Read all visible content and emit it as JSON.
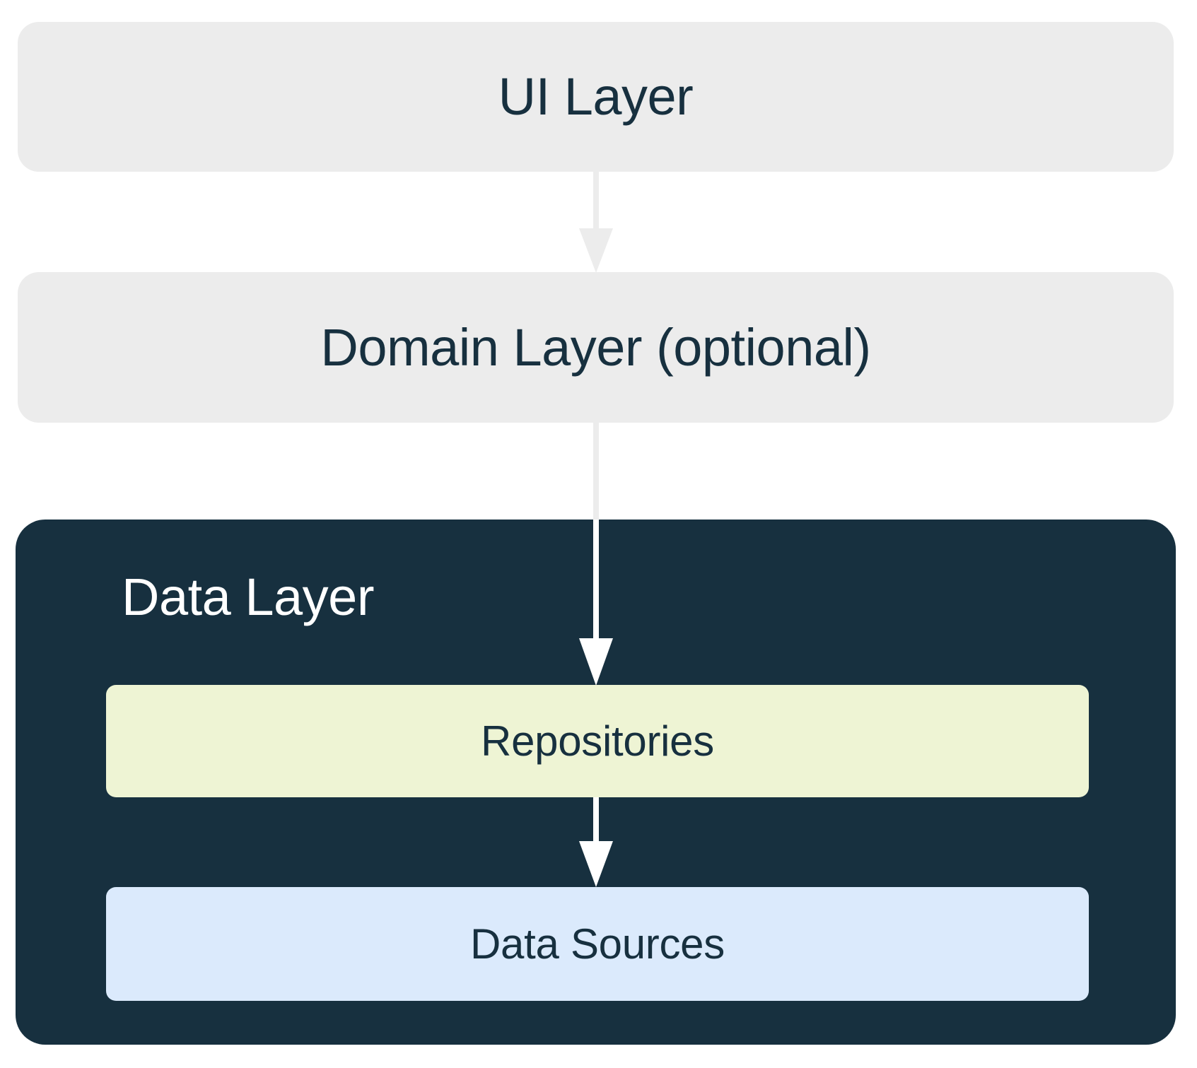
{
  "diagram": {
    "title": "Android app architecture layers",
    "type": "layered-architecture-diagram",
    "colors": {
      "background": "#ffffff",
      "light_layer_fill": "#ececec",
      "dark_layer_fill": "#17303f",
      "repositories_fill": "#eef4d4",
      "data_sources_fill": "#dbeafc",
      "dark_text": "#17303f",
      "light_text": "#ffffff",
      "arrow_gray": "#ececec",
      "arrow_white": "#ffffff"
    }
  },
  "layers": {
    "ui": {
      "label": "UI Layer"
    },
    "domain": {
      "label": "Domain Layer (optional)"
    },
    "data": {
      "label": "Data Layer",
      "children": {
        "repositories": {
          "label": "Repositories"
        },
        "data_sources": {
          "label": "Data Sources"
        }
      }
    }
  },
  "arrows": [
    {
      "name": "ui-to-domain",
      "from": "UI Layer",
      "to": "Domain Layer (optional)",
      "color": "#ececec",
      "direction": "down"
    },
    {
      "name": "domain-to-repositories",
      "from": "Domain Layer (optional)",
      "to": "Repositories",
      "color": "#ececec",
      "direction": "down"
    },
    {
      "name": "repositories-to-data-sources",
      "from": "Repositories",
      "to": "Data Sources",
      "color": "#ffffff",
      "direction": "down"
    }
  ]
}
